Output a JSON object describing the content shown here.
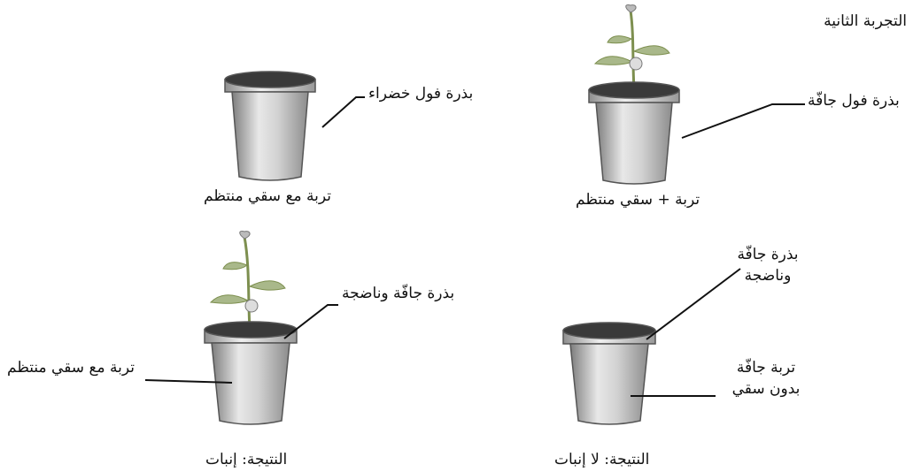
{
  "experiment_title": "التجربة الثانية",
  "pots": [
    {
      "id": "green-seed",
      "seed_label": "بذرة فول خضراء",
      "soil_label": "تربة مع سقي منتظم",
      "has_plant": false
    },
    {
      "id": "dry-seed",
      "seed_label": "بذرة فول جافّة",
      "soil_label": "تربة + سقي منتظم",
      "has_plant": true
    },
    {
      "id": "ripe-watered",
      "seed_label": "بذرة جافّة وناضجة",
      "soil_label": "تربة مع سقي منتظم",
      "result_label": "النتيجة: إنبات",
      "has_plant": true
    },
    {
      "id": "ripe-unwatered",
      "seed_label": "بذرة جافّة\nوناضجة",
      "soil_label": "تربة جافّة\nبدون سقي",
      "result_label": "النتيجة: لا إنبات",
      "has_plant": false
    }
  ],
  "colors": {
    "pot_dark": "#8a8a8a",
    "pot_light": "#e6e6e6",
    "soil": "#3a3a3a",
    "stem": "#8aa05a",
    "leaf": "#a9b88a",
    "line": "#111111"
  }
}
